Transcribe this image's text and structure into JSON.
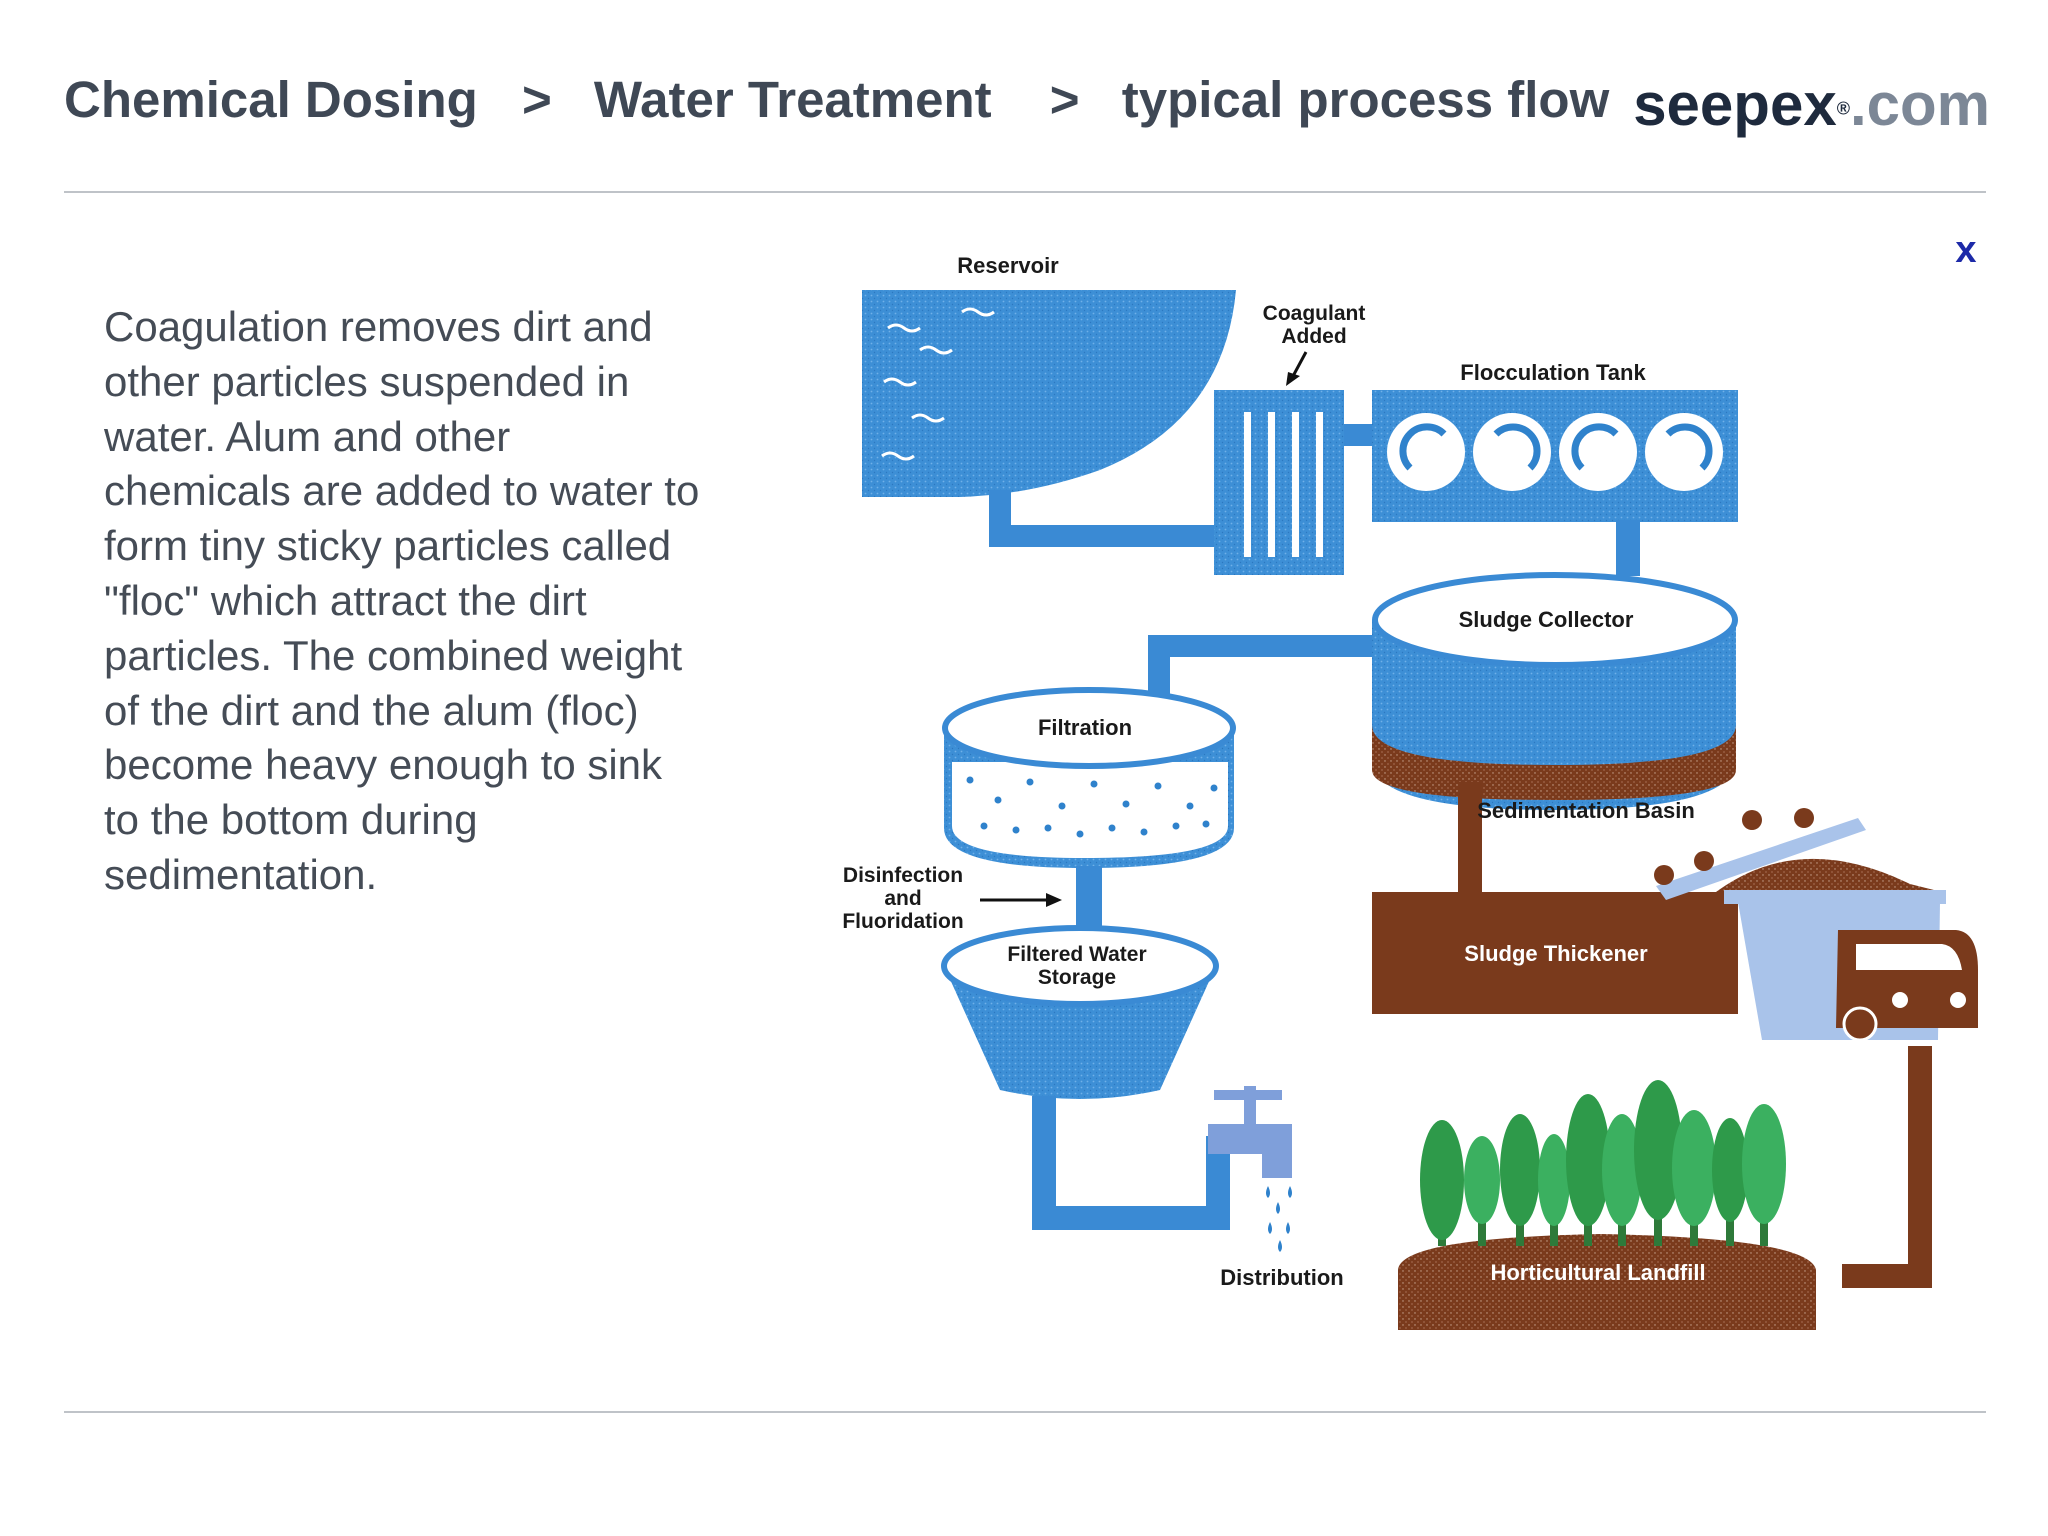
{
  "breadcrumb": {
    "items": [
      "Chemical Dosing",
      "Water Treatment",
      "typical process flow"
    ],
    "separator": ">"
  },
  "logo": {
    "main": "seepex",
    "reg": "®",
    "tld": ".com"
  },
  "description": "Coagulation removes dirt and other particles suspended in water. Alum and other chemicals are added to water to form tiny sticky particles called \"floc\" which attract the dirt particles. The combined weight of the dirt and the alum (floc) become heavy enough to sink to the bottom during sedimentation.",
  "close_label": "x",
  "diagram": {
    "labels": {
      "reservoir": "Reservoir",
      "coagulant_1": "Coagulant",
      "coagulant_2": "Added",
      "flocculation": "Flocculation Tank",
      "sludge_collector": "Sludge Collector",
      "filtration": "Filtration",
      "sedimentation": "Sedimentation Basin",
      "disinfection_1": "Disinfection",
      "disinfection_2": "and",
      "disinfection_3": "Fluoridation",
      "storage_1": "Filtered Water",
      "storage_2": "Storage",
      "sludge_thickener": "Sludge Thickener",
      "distribution": "Distribution",
      "landfill": "Horticultural Landfill"
    }
  },
  "colors": {
    "water_blue": "#3d8fd6",
    "pipe_blue": "#3a8ad4",
    "light_blue": "#a9c3ea",
    "sludge_brown": "#7a3a1c",
    "tree_green": "#2e9a4a",
    "accent_text": "#3f4855"
  }
}
